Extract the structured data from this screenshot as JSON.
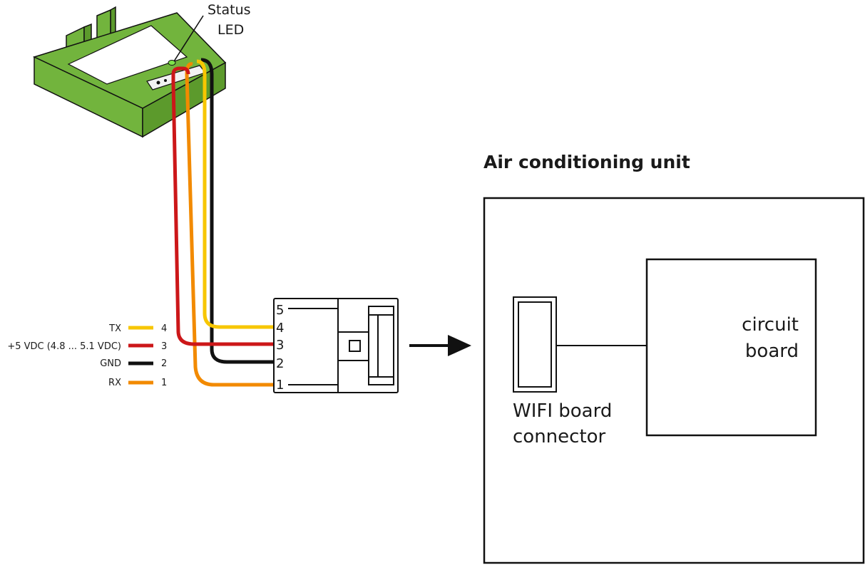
{
  "status_led": {
    "line1": "Status",
    "line2": "LED"
  },
  "legend": [
    {
      "label": "TX",
      "pin": "4",
      "color": "#f7c600"
    },
    {
      "label": "+5 VDC (4.8 ... 5.1 VDC)",
      "pin": "3",
      "color": "#cc1719"
    },
    {
      "label": "GND",
      "pin": "2",
      "color": "#111111"
    },
    {
      "label": "RX",
      "pin": "1",
      "color": "#f28a00"
    }
  ],
  "connector": {
    "pins": [
      "5",
      "4",
      "3",
      "2",
      "1"
    ]
  },
  "ac_unit": {
    "title": "Air conditioning unit",
    "wifi_connector": {
      "line1": "WIFI board",
      "line2": "connector"
    },
    "circuit_board": {
      "line1": "circuit",
      "line2": "board"
    }
  },
  "colors": {
    "module_green": "#72b43d",
    "module_green_dark": "#5c9a2c",
    "led": "#7ee34a",
    "tx": "#f7c600",
    "power": "#cc1719",
    "gnd": "#111111",
    "rx": "#f28a00"
  }
}
